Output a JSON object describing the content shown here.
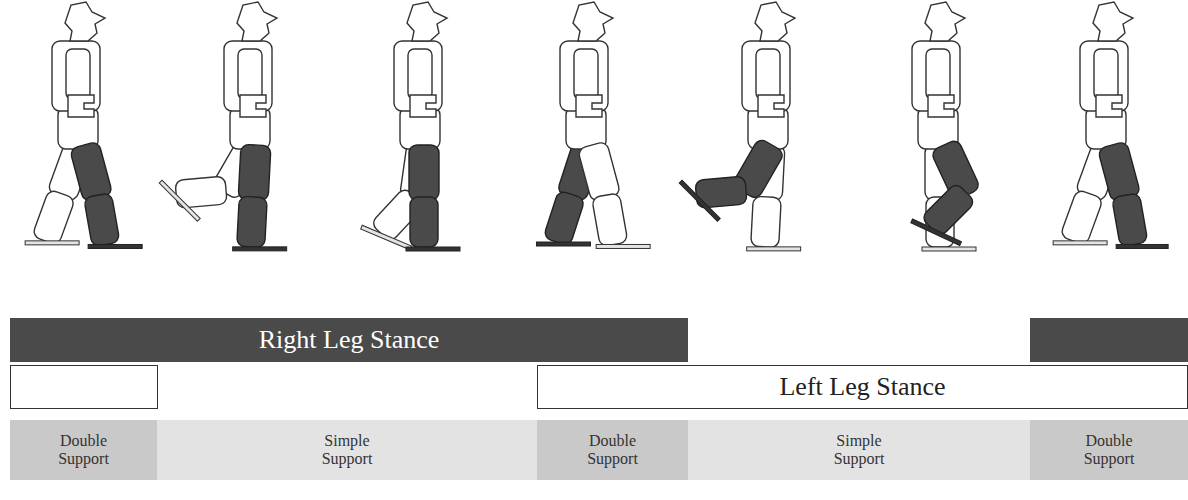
{
  "diagram": {
    "nodes": [
      {
        "text": [
          "Right Leg Stance"
        ]
      },
      {
        "text": [
          "Left Leg Stance"
        ]
      },
      {
        "text": [
          "Double Support"
        ]
      },
      {
        "text": [
          "Simple Support"
        ]
      },
      {
        "text": [
          "Double Support"
        ]
      },
      {
        "text": [
          "Simple Support"
        ]
      },
      {
        "text": [
          "Double Support"
        ]
      }
    ]
  }
}
